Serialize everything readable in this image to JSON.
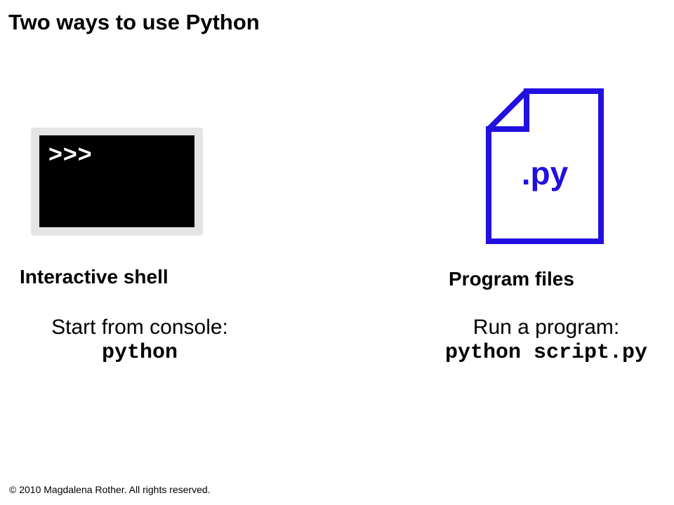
{
  "slide": {
    "title": "Two ways to use Python",
    "footer": "© 2010 Magdalena Rother. All rights reserved."
  },
  "left": {
    "icon": "terminal-icon",
    "prompt": ">>>",
    "heading": "Interactive shell",
    "description": "Start from console:",
    "command": "python"
  },
  "right": {
    "icon": "file-icon",
    "file_label": ".py",
    "heading": "Program files",
    "description": "Run a program:",
    "command": "python script.py"
  },
  "colors": {
    "file_icon": "#2210e0",
    "shell_frame": "#e4e4e4",
    "shell_screen": "#000000"
  }
}
